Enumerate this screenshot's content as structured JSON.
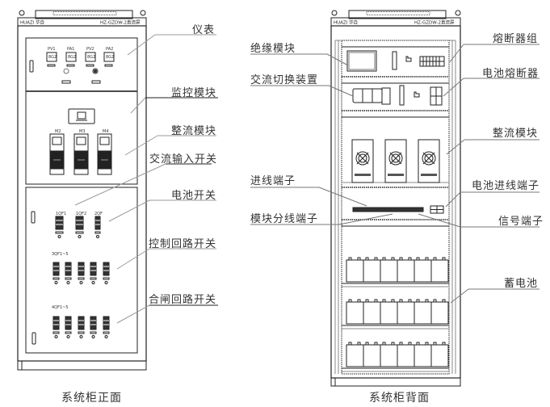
{
  "front": {
    "caption": "系统柜正面",
    "header_brand": "HUAZI 华自",
    "header_model": "HZ-GZDW-2直流屏",
    "meters": [
      {
        "label": "PV1",
        "display": "8G2"
      },
      {
        "label": "PA1",
        "display": "8G2"
      },
      {
        "label": "PV2",
        "display": "8G2"
      },
      {
        "label": "PA2",
        "display": "8G2"
      }
    ],
    "rectifiers": [
      "M2",
      "M3",
      "M4"
    ],
    "input_switch_labels": [
      "1QF1",
      "1QF2",
      "2QF"
    ],
    "control_group_label": "3QF1~5",
    "closing_group_label": "4QF1~5",
    "callouts": [
      {
        "key": "meter",
        "text": "仪表"
      },
      {
        "key": "monitor",
        "text": "监控模块"
      },
      {
        "key": "rectifier",
        "text": "整流模块"
      },
      {
        "key": "ac-input-switch",
        "text": "交流输入开关"
      },
      {
        "key": "battery-switch",
        "text": "电池开关"
      },
      {
        "key": "control-circuit-switch",
        "text": "控制回路开关"
      },
      {
        "key": "closing-circuit-switch",
        "text": "合闸回路开关"
      }
    ]
  },
  "back": {
    "caption": "系统柜背面",
    "header_brand": "HUAZI 华自",
    "header_model": "HZ-GZDW-2直流屏",
    "left_callouts": [
      {
        "key": "insulation-module",
        "text": "绝缘模块"
      },
      {
        "key": "ac-switching-device",
        "text": "交流切换装置"
      },
      {
        "key": "incoming-terminal",
        "text": "进线端子"
      },
      {
        "key": "module-branch-terminal",
        "text": "模块分线端子"
      }
    ],
    "right_callouts": [
      {
        "key": "fuse-group",
        "text": "熔断器组"
      },
      {
        "key": "battery-fuse",
        "text": "电池熔断器"
      },
      {
        "key": "rectifier",
        "text": "整流模块"
      },
      {
        "key": "battery-incoming-terminal",
        "text": "电池进线端子"
      },
      {
        "key": "signal-terminal",
        "text": "信号端子"
      },
      {
        "key": "storage-battery",
        "text": "蓄电池"
      }
    ],
    "battery_rows": 3,
    "batteries_per_row": 6
  }
}
